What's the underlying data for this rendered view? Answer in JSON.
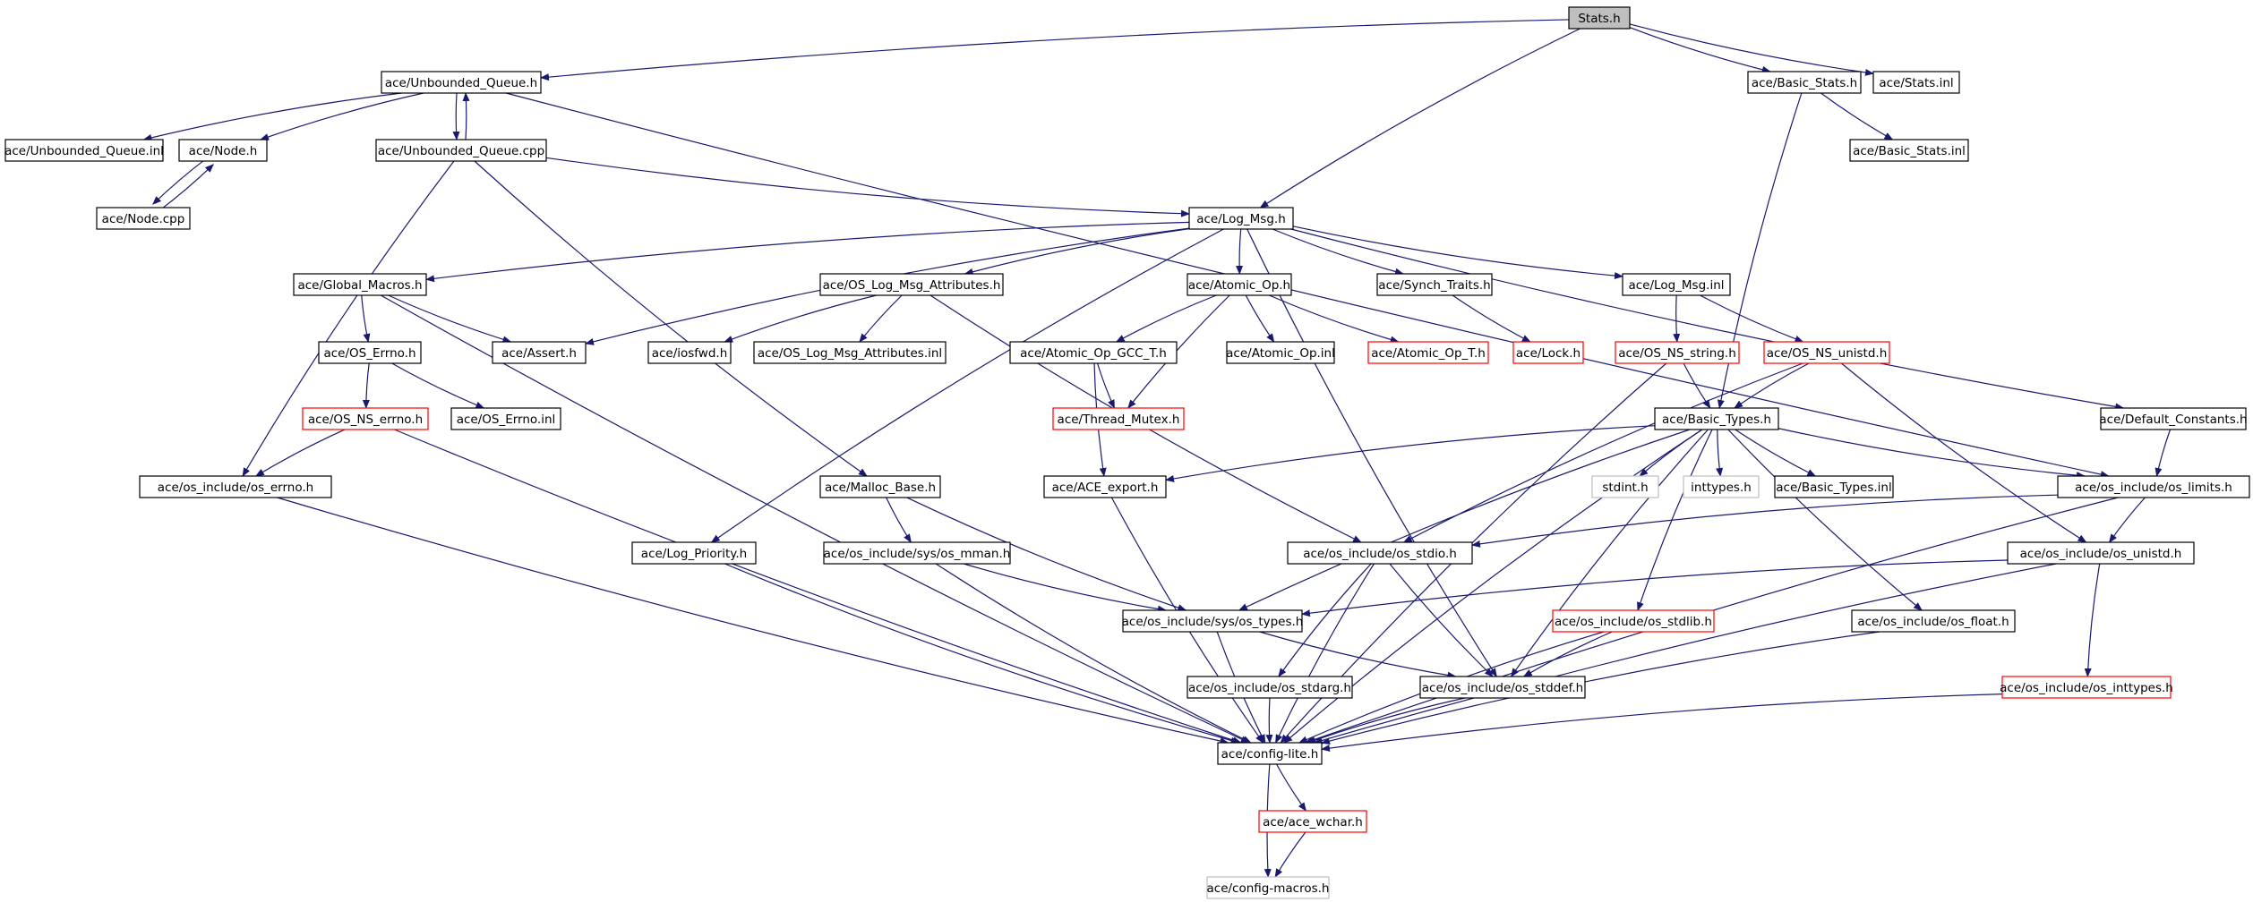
{
  "graph": {
    "colors": {
      "edge": "#191970",
      "border_default": "#000000",
      "border_truncated": "#ff0000",
      "border_external": "#bfbfbf",
      "root_fill": "#bfbfbf",
      "text": "#000000"
    },
    "nodes": [
      {
        "id": "stats_h",
        "label": "Stats.h",
        "style": "root"
      },
      {
        "id": "unbounded_queue_h",
        "label": "ace/Unbounded_Queue.h",
        "style": "default"
      },
      {
        "id": "basic_stats_h",
        "label": "ace/Basic_Stats.h",
        "style": "default"
      },
      {
        "id": "stats_inl",
        "label": "ace/Stats.inl",
        "style": "default"
      },
      {
        "id": "unbounded_queue_inl",
        "label": "ace/Unbounded_Queue.inl",
        "style": "default"
      },
      {
        "id": "node_h",
        "label": "ace/Node.h",
        "style": "default"
      },
      {
        "id": "unbounded_queue_cpp",
        "label": "ace/Unbounded_Queue.cpp",
        "style": "default"
      },
      {
        "id": "basic_stats_inl",
        "label": "ace/Basic_Stats.inl",
        "style": "default"
      },
      {
        "id": "node_cpp",
        "label": "ace/Node.cpp",
        "style": "default"
      },
      {
        "id": "log_msg_h",
        "label": "ace/Log_Msg.h",
        "style": "default"
      },
      {
        "id": "global_macros_h",
        "label": "ace/Global_Macros.h",
        "style": "default"
      },
      {
        "id": "os_log_msg_attributes_h",
        "label": "ace/OS_Log_Msg_Attributes.h",
        "style": "default"
      },
      {
        "id": "atomic_op_h",
        "label": "ace/Atomic_Op.h",
        "style": "default"
      },
      {
        "id": "synch_traits_h",
        "label": "ace/Synch_Traits.h",
        "style": "default"
      },
      {
        "id": "log_msg_inl",
        "label": "ace/Log_Msg.inl",
        "style": "default"
      },
      {
        "id": "os_errno_h",
        "label": "ace/OS_Errno.h",
        "style": "default"
      },
      {
        "id": "assert_h",
        "label": "ace/Assert.h",
        "style": "default"
      },
      {
        "id": "iosfwd_h",
        "label": "ace/iosfwd.h",
        "style": "default"
      },
      {
        "id": "os_log_msg_attributes_inl",
        "label": "ace/OS_Log_Msg_Attributes.inl",
        "style": "default"
      },
      {
        "id": "atomic_op_gcc_t_h",
        "label": "ace/Atomic_Op_GCC_T.h",
        "style": "default"
      },
      {
        "id": "atomic_op_inl",
        "label": "ace/Atomic_Op.inl",
        "style": "default"
      },
      {
        "id": "atomic_op_t_h",
        "label": "ace/Atomic_Op_T.h",
        "style": "truncated"
      },
      {
        "id": "lock_h",
        "label": "ace/Lock.h",
        "style": "truncated"
      },
      {
        "id": "os_ns_string_h",
        "label": "ace/OS_NS_string.h",
        "style": "truncated"
      },
      {
        "id": "os_ns_unistd_h",
        "label": "ace/OS_NS_unistd.h",
        "style": "truncated"
      },
      {
        "id": "os_ns_errno_h",
        "label": "ace/OS_NS_errno.h",
        "style": "truncated"
      },
      {
        "id": "os_errno_inl",
        "label": "ace/OS_Errno.inl",
        "style": "default"
      },
      {
        "id": "thread_mutex_h",
        "label": "ace/Thread_Mutex.h",
        "style": "truncated"
      },
      {
        "id": "basic_types_h",
        "label": "ace/Basic_Types.h",
        "style": "default"
      },
      {
        "id": "default_constants_h",
        "label": "ace/Default_Constants.h",
        "style": "default"
      },
      {
        "id": "os_include_os_errno_h",
        "label": "ace/os_include/os_errno.h",
        "style": "default"
      },
      {
        "id": "malloc_base_h",
        "label": "ace/Malloc_Base.h",
        "style": "default"
      },
      {
        "id": "ace_export_h",
        "label": "ace/ACE_export.h",
        "style": "default"
      },
      {
        "id": "stdint_h",
        "label": "stdint.h",
        "style": "external"
      },
      {
        "id": "inttypes_h",
        "label": "inttypes.h",
        "style": "external"
      },
      {
        "id": "basic_types_inl",
        "label": "ace/Basic_Types.inl",
        "style": "default"
      },
      {
        "id": "os_include_os_limits_h",
        "label": "ace/os_include/os_limits.h",
        "style": "default"
      },
      {
        "id": "log_priority_h",
        "label": "ace/Log_Priority.h",
        "style": "default"
      },
      {
        "id": "os_include_sys_os_mman_h",
        "label": "ace/os_include/sys/os_mman.h",
        "style": "default"
      },
      {
        "id": "os_include_os_stdio_h",
        "label": "ace/os_include/os_stdio.h",
        "style": "default"
      },
      {
        "id": "os_include_os_unistd_h",
        "label": "ace/os_include/os_unistd.h",
        "style": "default"
      },
      {
        "id": "os_include_sys_os_types_h",
        "label": "ace/os_include/sys/os_types.h",
        "style": "default"
      },
      {
        "id": "os_include_os_stdlib_h",
        "label": "ace/os_include/os_stdlib.h",
        "style": "truncated"
      },
      {
        "id": "os_include_os_float_h",
        "label": "ace/os_include/os_float.h",
        "style": "default"
      },
      {
        "id": "os_include_os_stdarg_h",
        "label": "ace/os_include/os_stdarg.h",
        "style": "default"
      },
      {
        "id": "os_include_os_stddef_h",
        "label": "ace/os_include/os_stddef.h",
        "style": "default"
      },
      {
        "id": "os_include_os_inttypes_h",
        "label": "ace/os_include/os_inttypes.h",
        "style": "truncated"
      },
      {
        "id": "config_lite_h",
        "label": "ace/config-lite.h",
        "style": "default"
      },
      {
        "id": "ace_wchar_h",
        "label": "ace/ace_wchar.h",
        "style": "truncated"
      },
      {
        "id": "config_macros_h",
        "label": "ace/config-macros.h",
        "style": "external"
      }
    ],
    "edges": [
      [
        "stats_h",
        "unbounded_queue_h"
      ],
      [
        "stats_h",
        "basic_stats_h"
      ],
      [
        "stats_h",
        "stats_inl"
      ],
      [
        "stats_h",
        "log_msg_h"
      ],
      [
        "unbounded_queue_h",
        "unbounded_queue_inl"
      ],
      [
        "unbounded_queue_h",
        "node_h"
      ],
      [
        "unbounded_queue_h",
        "unbounded_queue_cpp"
      ],
      [
        "unbounded_queue_h",
        "os_include_os_limits_h"
      ],
      [
        "unbounded_queue_cpp",
        "unbounded_queue_h"
      ],
      [
        "unbounded_queue_cpp",
        "log_msg_h"
      ],
      [
        "unbounded_queue_cpp",
        "os_include_os_errno_h"
      ],
      [
        "unbounded_queue_cpp",
        "malloc_base_h"
      ],
      [
        "node_h",
        "node_cpp"
      ],
      [
        "node_cpp",
        "node_h"
      ],
      [
        "basic_stats_h",
        "basic_stats_inl"
      ],
      [
        "basic_stats_h",
        "basic_types_h"
      ],
      [
        "log_msg_h",
        "global_macros_h"
      ],
      [
        "log_msg_h",
        "os_log_msg_attributes_h"
      ],
      [
        "log_msg_h",
        "atomic_op_h"
      ],
      [
        "log_msg_h",
        "synch_traits_h"
      ],
      [
        "log_msg_h",
        "log_msg_inl"
      ],
      [
        "log_msg_h",
        "assert_h"
      ],
      [
        "log_msg_h",
        "log_priority_h"
      ],
      [
        "log_msg_h",
        "default_constants_h"
      ],
      [
        "log_msg_h",
        "os_include_os_stddef_h"
      ],
      [
        "global_macros_h",
        "os_errno_h"
      ],
      [
        "global_macros_h",
        "assert_h"
      ],
      [
        "global_macros_h",
        "config_lite_h"
      ],
      [
        "os_log_msg_attributes_h",
        "iosfwd_h"
      ],
      [
        "os_log_msg_attributes_h",
        "os_log_msg_attributes_inl"
      ],
      [
        "os_log_msg_attributes_h",
        "os_include_os_stdio_h"
      ],
      [
        "atomic_op_h",
        "atomic_op_gcc_t_h"
      ],
      [
        "atomic_op_h",
        "atomic_op_inl"
      ],
      [
        "atomic_op_h",
        "atomic_op_t_h"
      ],
      [
        "atomic_op_h",
        "thread_mutex_h"
      ],
      [
        "synch_traits_h",
        "lock_h"
      ],
      [
        "log_msg_inl",
        "os_ns_string_h"
      ],
      [
        "log_msg_inl",
        "os_ns_unistd_h"
      ],
      [
        "os_errno_h",
        "os_ns_errno_h"
      ],
      [
        "os_errno_h",
        "os_errno_inl"
      ],
      [
        "os_ns_errno_h",
        "os_include_os_errno_h"
      ],
      [
        "os_ns_errno_h",
        "config_lite_h"
      ],
      [
        "atomic_op_gcc_t_h",
        "thread_mutex_h"
      ],
      [
        "atomic_op_gcc_t_h",
        "ace_export_h"
      ],
      [
        "os_ns_string_h",
        "basic_types_h"
      ],
      [
        "os_ns_string_h",
        "config_lite_h"
      ],
      [
        "os_ns_unistd_h",
        "basic_types_h"
      ],
      [
        "os_ns_unistd_h",
        "os_include_os_stdio_h"
      ],
      [
        "os_ns_unistd_h",
        "os_include_os_unistd_h"
      ],
      [
        "basic_types_h",
        "ace_export_h"
      ],
      [
        "basic_types_h",
        "stdint_h"
      ],
      [
        "basic_types_h",
        "inttypes_h"
      ],
      [
        "basic_types_h",
        "basic_types_inl"
      ],
      [
        "basic_types_h",
        "os_include_os_limits_h"
      ],
      [
        "basic_types_h",
        "os_include_sys_os_types_h"
      ],
      [
        "basic_types_h",
        "os_include_os_stdlib_h"
      ],
      [
        "basic_types_h",
        "os_include_os_float_h"
      ],
      [
        "basic_types_h",
        "os_include_os_stddef_h"
      ],
      [
        "basic_types_h",
        "config_lite_h"
      ],
      [
        "default_constants_h",
        "os_include_os_limits_h"
      ],
      [
        "os_include_os_errno_h",
        "config_lite_h"
      ],
      [
        "malloc_base_h",
        "os_include_sys_os_mman_h"
      ],
      [
        "malloc_base_h",
        "os_include_sys_os_types_h"
      ],
      [
        "ace_export_h",
        "config_lite_h"
      ],
      [
        "os_include_os_limits_h",
        "os_include_os_stdio_h"
      ],
      [
        "os_include_os_limits_h",
        "os_include_os_unistd_h"
      ],
      [
        "os_include_os_limits_h",
        "config_lite_h"
      ],
      [
        "log_priority_h",
        "config_lite_h"
      ],
      [
        "os_include_sys_os_mman_h",
        "os_include_sys_os_types_h"
      ],
      [
        "os_include_sys_os_mman_h",
        "config_lite_h"
      ],
      [
        "os_include_os_stdio_h",
        "os_include_os_stdarg_h"
      ],
      [
        "os_include_os_stdio_h",
        "os_include_os_stddef_h"
      ],
      [
        "os_include_os_stdio_h",
        "config_lite_h"
      ],
      [
        "os_include_os_unistd_h",
        "os_include_sys_os_types_h"
      ],
      [
        "os_include_os_unistd_h",
        "os_include_os_inttypes_h"
      ],
      [
        "os_include_os_unistd_h",
        "config_lite_h"
      ],
      [
        "os_include_sys_os_types_h",
        "os_include_os_stddef_h"
      ],
      [
        "os_include_sys_os_types_h",
        "config_lite_h"
      ],
      [
        "os_include_os_stdlib_h",
        "os_include_os_stddef_h"
      ],
      [
        "os_include_os_stdlib_h",
        "config_lite_h"
      ],
      [
        "os_include_os_float_h",
        "config_lite_h"
      ],
      [
        "os_include_os_stdarg_h",
        "config_lite_h"
      ],
      [
        "os_include_os_stddef_h",
        "config_lite_h"
      ],
      [
        "os_include_os_inttypes_h",
        "config_lite_h"
      ],
      [
        "config_lite_h",
        "ace_wchar_h"
      ],
      [
        "config_lite_h",
        "config_macros_h"
      ],
      [
        "ace_wchar_h",
        "config_macros_h"
      ]
    ]
  }
}
